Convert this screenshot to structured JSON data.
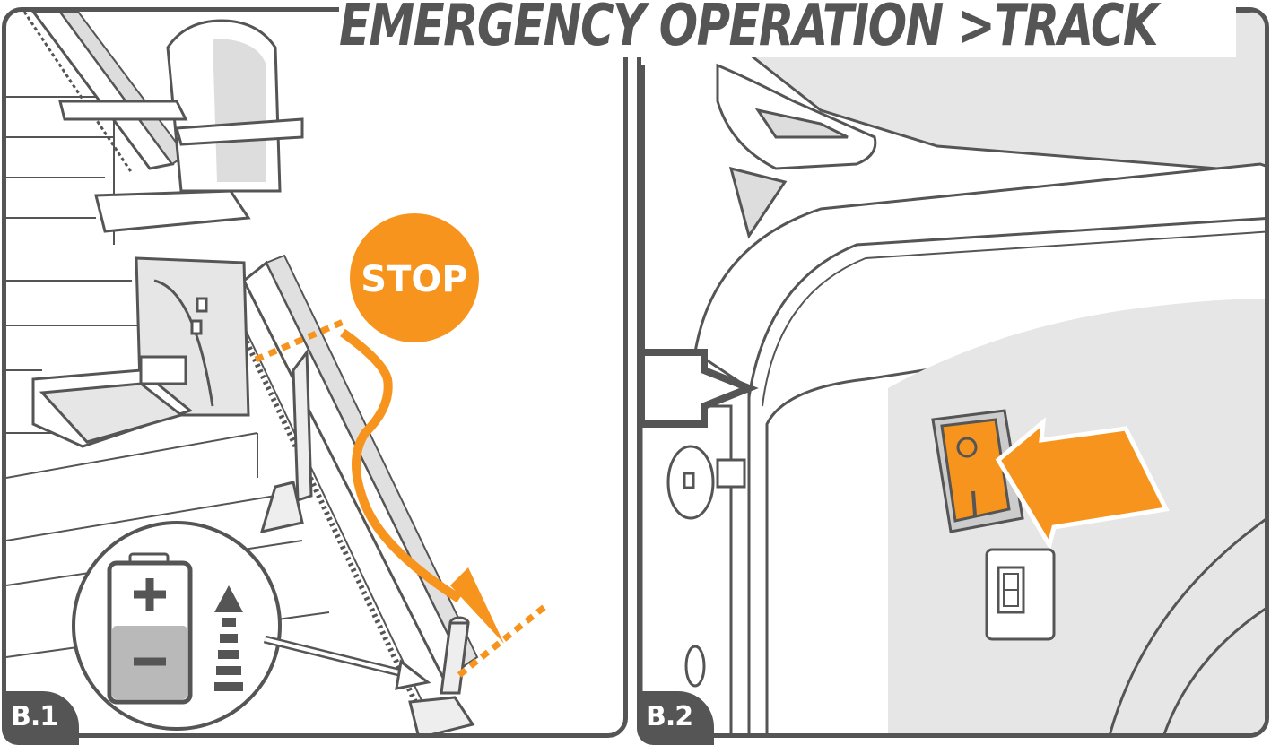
{
  "title": "EMERGENCY OPERATION >TRACK",
  "panels": [
    {
      "label": "B.1"
    },
    {
      "label": "B.2"
    }
  ],
  "stop_sign": {
    "text": "STOP"
  },
  "colors": {
    "accent": "#F7941D",
    "stroke": "#555555",
    "panel_fill": "#e6e6e6",
    "battery_fill": "#b9b9b9"
  }
}
